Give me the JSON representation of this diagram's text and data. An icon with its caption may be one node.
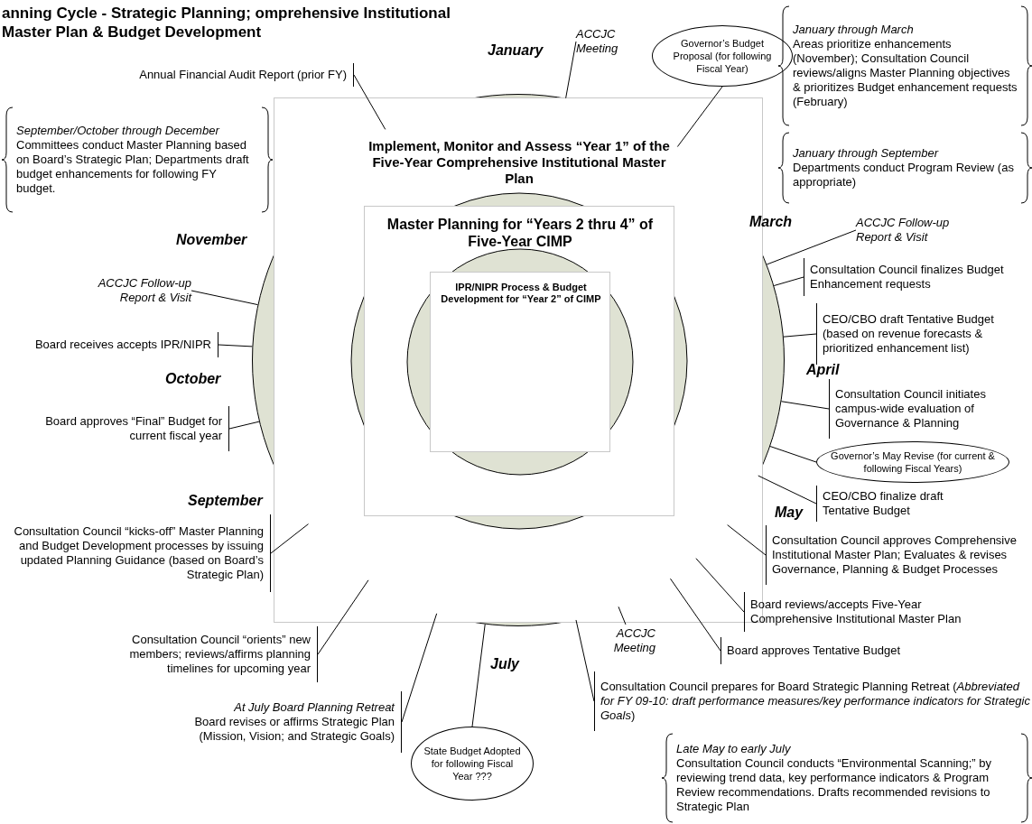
{
  "diagram": {
    "title": "anning Cycle - Strategic Planning; omprehensive Institutional Master Plan & Budget Development",
    "nodes": [
      {
        "text": [
          "Implement, Monitor and Assess “Year 1” of the Five-Year Comprehensive Institutional Master Plan"
        ]
      },
      {
        "text": [
          "Master Planning for “Years 2 thru 4” of Five-Year CIMP"
        ],
        "in": 0
      },
      {
        "text": [
          "IPR/NIPR Process & Budget Development for “Year 2” of CIMP"
        ],
        "in": 1
      },
      {
        "text": [
          "Annual Financial Audit Report (prior FY)"
        ]
      },
      {
        "text": [
          "September/October through December",
          "Committees conduct Master Planning based on Board’s Strategic Plan; Departments draft budget enhancements for following FY budget."
        ]
      },
      {
        "text": [
          "ACCJC Meeting"
        ]
      },
      {
        "text": [
          "Governor’s Budget Proposal (for following Fiscal Year)"
        ]
      },
      {
        "text": [
          "January through March",
          "Areas prioritize enhancements (November); Consultation Council reviews/aligns Master Planning objectives & prioritizes Budget enhancement requests (February)"
        ]
      },
      {
        "text": [
          "January through September",
          "Departments conduct Program Review (as appropriate)"
        ]
      },
      {
        "text": [
          "ACCJC Follow-up Report & Visit"
        ]
      },
      {
        "text": [
          "Consultation Council finalizes Budget Enhancement requests"
        ]
      },
      {
        "text": [
          "CEO/CBO draft Tentative Budget (based on revenue forecasts & prioritized enhancement list)"
        ]
      },
      {
        "text": [
          "Consultation Council initiates campus-wide evaluation of Governance & Planning"
        ]
      },
      {
        "text": [
          "Governor’s May Revise (for current & following Fiscal Years)"
        ]
      },
      {
        "text": [
          "CEO/CBO finalize draft Tentative Budget"
        ]
      },
      {
        "text": [
          "Consultation Council approves Comprehensive Institutional Master Plan; Evaluates & revises Governance, Planning & Budget Processes"
        ]
      },
      {
        "text": [
          "Board reviews/accepts Five-Year Comprehensive Institutional Master Plan"
        ]
      },
      {
        "text": [
          "Board approves Tentative Budget"
        ]
      },
      {
        "text": [
          "ACCJC Meeting"
        ]
      },
      {
        "text": [
          "Consultation Council prepares for Board Strategic Planning Retreat (*Abbreviated for FY 09-10: draft performance measures/key performance indicators for Strategic Goals*)"
        ]
      },
      {
        "text": [
          "Late May to early July",
          "Consultation Council conducts “Environmental Scanning;” by reviewing trend data, key performance indicators & Program Review recommendations. Drafts recommended revisions to Strategic Plan"
        ]
      },
      {
        "text": [
          "State Budget Adopted for following Fiscal Year ???"
        ]
      },
      {
        "text": [
          "At July Board Planning Retreat",
          "Board revises or affirms Strategic Plan (Mission, Vision; and Strategic Goals)"
        ]
      },
      {
        "text": [
          "Consultation Council “orients” new members; reviews/affirms planning timelines for upcoming year"
        ]
      },
      {
        "text": [
          "Consultation Council “kicks-off” Master Planning and Budget Development processes by issuing updated Planning Guidance (based on Board’s Strategic Plan)"
        ]
      },
      {
        "text": [
          "Board approves “Final” Budget for current fiscal year"
        ]
      },
      {
        "text": [
          "Board receives accepts IPR/NIPR"
        ]
      },
      {
        "text": [
          "ACCJC Follow-up Report & Visit"
        ]
      },
      {
        "text": [],
        "shape": "circle"
      }
    ],
    "edges": [
      {
        "from": 3,
        "to": 28,
        "arrow": "none"
      },
      {
        "from": 5,
        "to": 28,
        "arrow": "none"
      },
      {
        "from": 6,
        "to": 28,
        "arrow": "none"
      },
      {
        "from": 9,
        "to": 28,
        "arrow": "none"
      },
      {
        "from": 10,
        "to": 28,
        "arrow": "none"
      },
      {
        "from": 11,
        "to": 28,
        "arrow": "none"
      },
      {
        "from": 12,
        "to": 28,
        "arrow": "none"
      },
      {
        "from": 13,
        "to": 28,
        "arrow": "none"
      },
      {
        "from": 14,
        "to": 28,
        "arrow": "none"
      },
      {
        "from": 15,
        "to": 28,
        "arrow": "none"
      },
      {
        "from": 16,
        "to": 28,
        "arrow": "none"
      },
      {
        "from": 17,
        "to": 28,
        "arrow": "none"
      },
      {
        "from": 18,
        "to": 28,
        "arrow": "none"
      },
      {
        "from": 19,
        "to": 28,
        "arrow": "none"
      },
      {
        "from": 21,
        "to": 28,
        "arrow": "none"
      },
      {
        "from": 22,
        "to": 28,
        "arrow": "none"
      },
      {
        "from": 23,
        "to": 28,
        "arrow": "none"
      },
      {
        "from": 24,
        "to": 28,
        "arrow": "none"
      },
      {
        "from": 25,
        "to": 28,
        "arrow": "none"
      },
      {
        "from": 26,
        "to": 28,
        "arrow": "none"
      },
      {
        "from": 27,
        "to": 28,
        "arrow": "none"
      }
    ],
    "labels": [
      "January",
      "November",
      "March",
      "October",
      "April",
      "September",
      "May",
      "July"
    ]
  }
}
